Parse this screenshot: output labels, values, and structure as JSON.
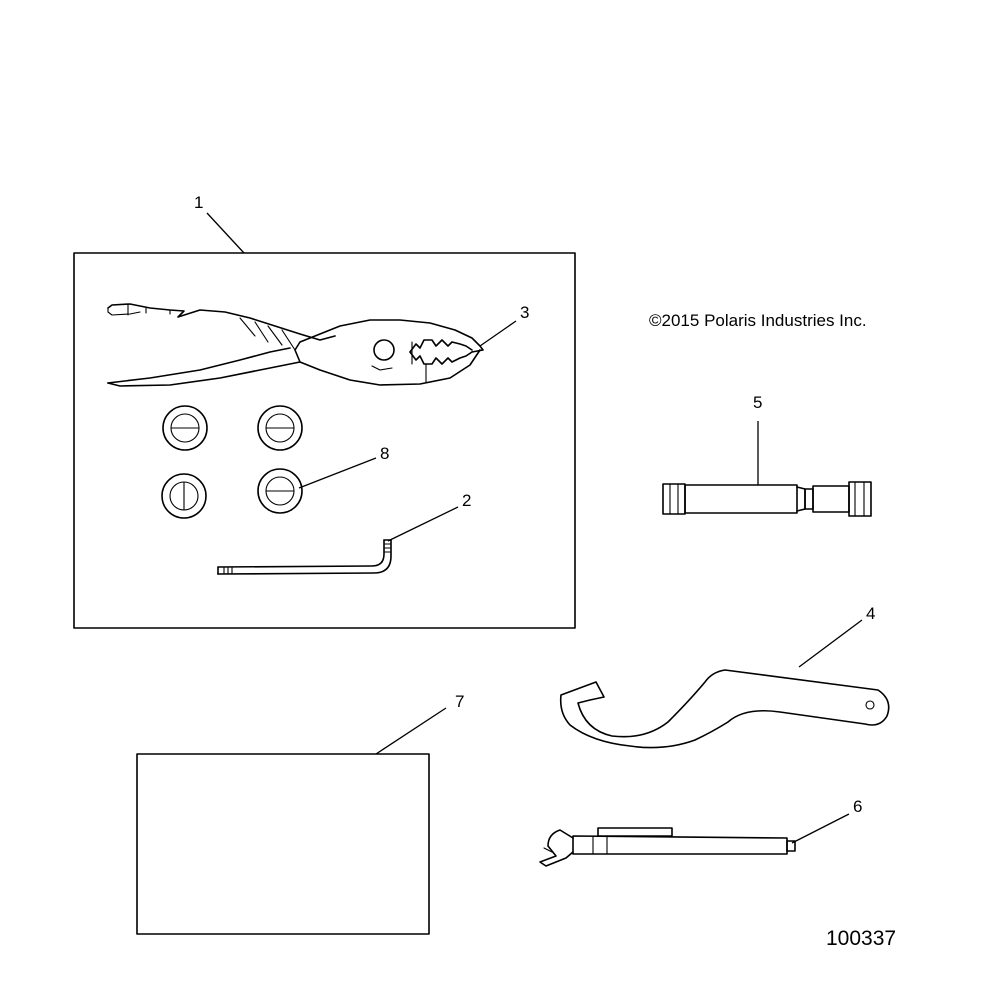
{
  "copyright": "©2015 Polaris Industries Inc.",
  "reference_number": "100337",
  "callouts": {
    "c1": "1",
    "c2": "2",
    "c3": "3",
    "c4": "4",
    "c5": "5",
    "c6": "6",
    "c7": "7",
    "c8": "8"
  },
  "parts": [
    {
      "callout": "1",
      "icon": "tool-kit-box-icon"
    },
    {
      "callout": "2",
      "icon": "hex-key-icon"
    },
    {
      "callout": "3",
      "icon": "pliers-icon"
    },
    {
      "callout": "4",
      "icon": "spanner-wrench-icon"
    },
    {
      "callout": "5",
      "icon": "spark-plug-socket-icon"
    },
    {
      "callout": "6",
      "icon": "extension-handle-icon"
    },
    {
      "callout": "7",
      "icon": "manual-pouch-icon"
    },
    {
      "callout": "8",
      "icon": "washer-icon"
    }
  ]
}
